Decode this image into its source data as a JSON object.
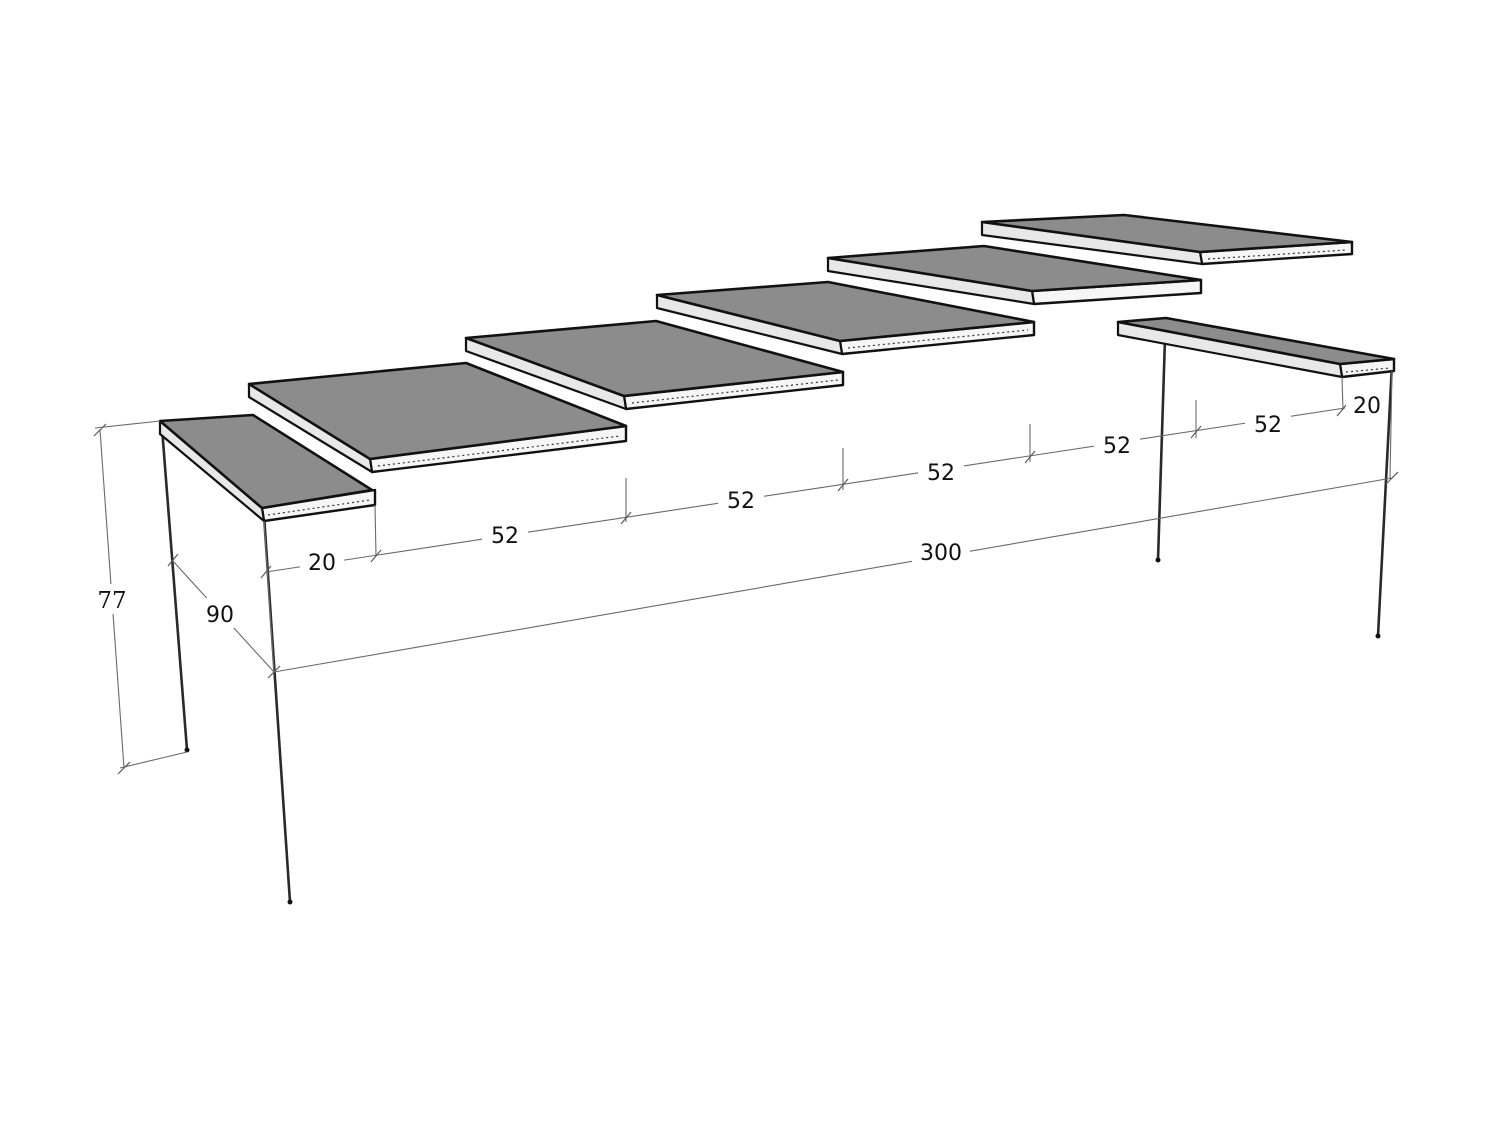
{
  "dimensions": {
    "height": "77",
    "depth": "90",
    "end_leaf_left": "20",
    "leaf_1": "52",
    "leaf_2": "52",
    "leaf_3": "52",
    "leaf_4": "52",
    "leaf_5": "52",
    "end_leaf_right": "20",
    "total_length": "300"
  }
}
